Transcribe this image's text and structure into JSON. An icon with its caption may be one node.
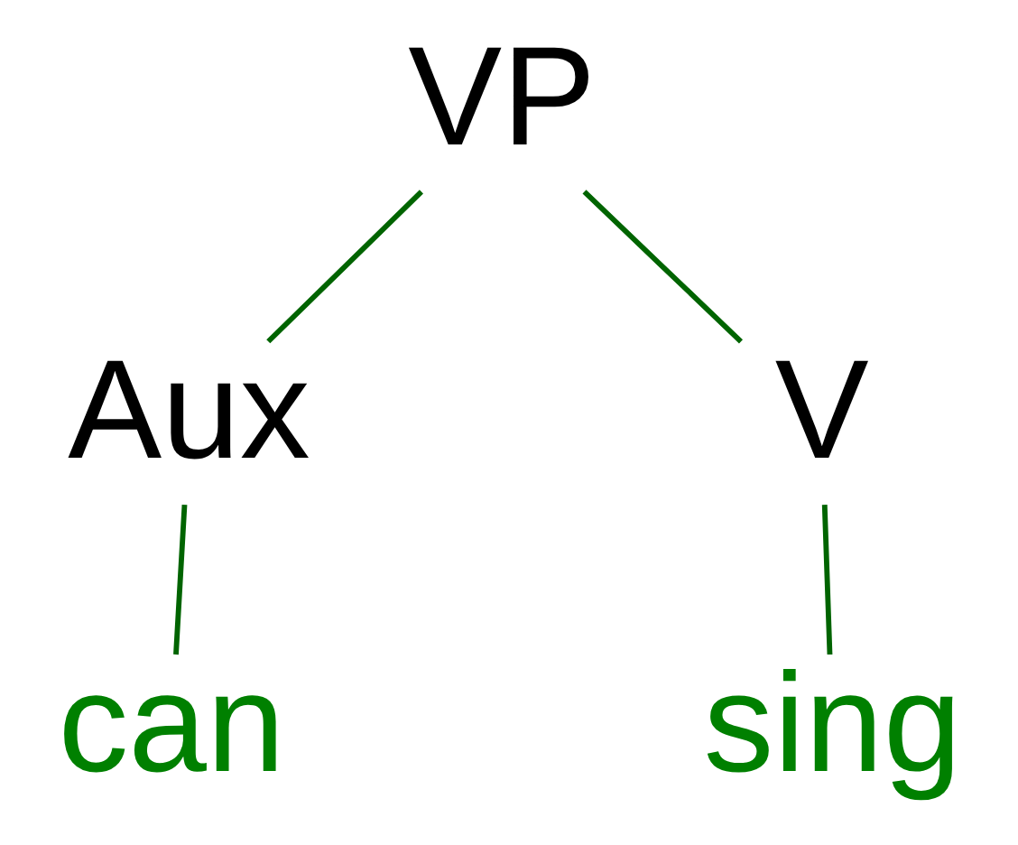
{
  "diagram": {
    "nodes": [
      {
        "text": [
          "VP"
        ]
      },
      {
        "text": [
          "Aux"
        ]
      },
      {
        "text": [
          "V"
        ]
      },
      {
        "text": [
          "can"
        ]
      },
      {
        "text": [
          "sing"
        ]
      }
    ],
    "edges": [
      {
        "from": 0,
        "to": 1,
        "arrow": "none"
      },
      {
        "from": 0,
        "to": 2,
        "arrow": "none"
      },
      {
        "from": 1,
        "to": 3,
        "arrow": "none"
      },
      {
        "from": 2,
        "to": 4,
        "arrow": "none"
      }
    ]
  }
}
